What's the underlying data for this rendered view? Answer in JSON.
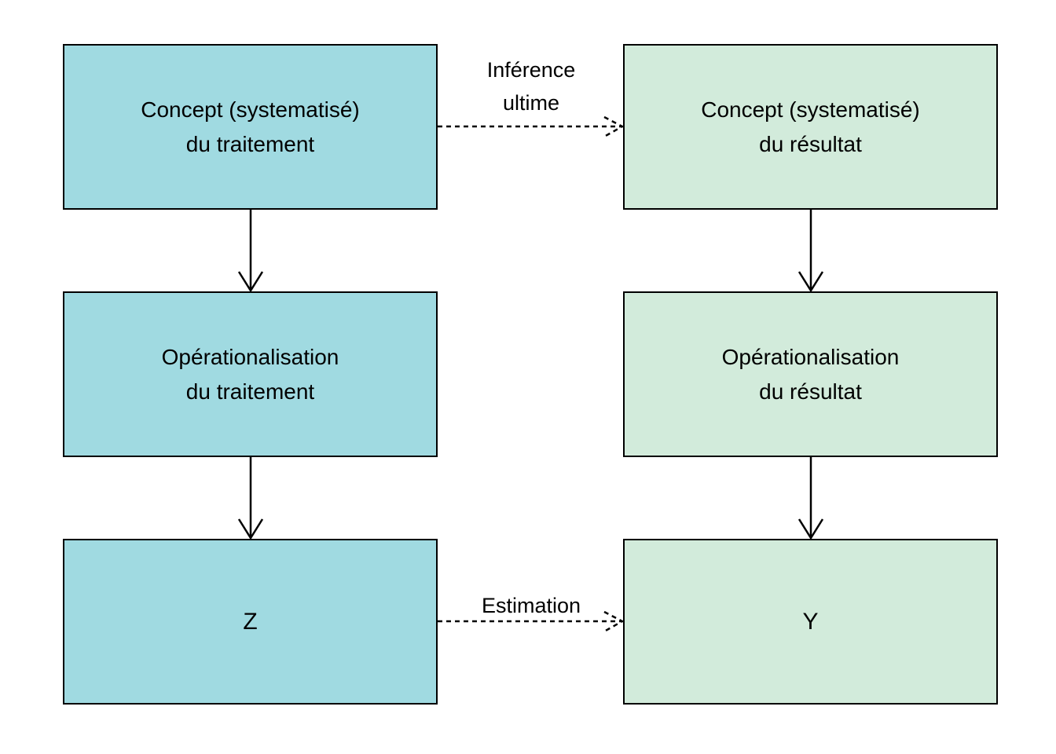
{
  "colors": {
    "treatment_fill": "#a0dae1",
    "outcome_fill": "#d2ebdb",
    "stroke": "#000000"
  },
  "boxes": {
    "concept_treatment": {
      "line1": "Concept (systematisé)",
      "line2": "du traitement"
    },
    "concept_outcome": {
      "line1": "Concept (systematisé)",
      "line2": "du résultat"
    },
    "op_treatment": {
      "line1": "Opérationalisation",
      "line2": "du traitement"
    },
    "op_outcome": {
      "line1": "Opérationalisation",
      "line2": "du résultat"
    },
    "z": {
      "label": "Z"
    },
    "y": {
      "label": "Y"
    }
  },
  "edges": {
    "inference": {
      "line1": "Inférence",
      "line2": "ultime",
      "style": "dashed"
    },
    "estimation": {
      "label": "Estimation",
      "style": "dashed"
    },
    "solid_arrows": [
      {
        "from": "concept_treatment",
        "to": "op_treatment"
      },
      {
        "from": "op_treatment",
        "to": "z"
      },
      {
        "from": "concept_outcome",
        "to": "op_outcome"
      },
      {
        "from": "op_outcome",
        "to": "y"
      }
    ]
  }
}
